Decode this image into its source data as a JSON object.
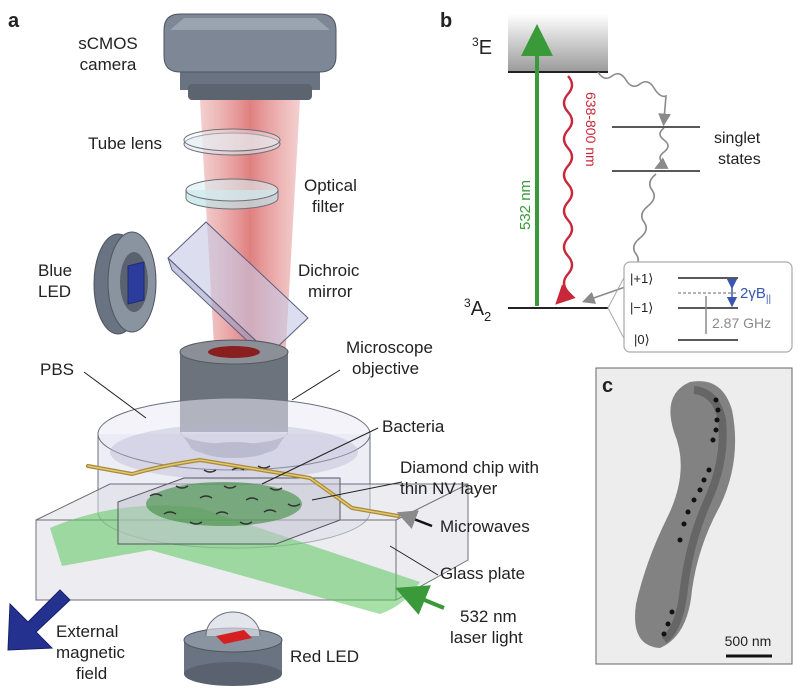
{
  "panel_a": {
    "letter": "a",
    "labels": {
      "camera_1": "sCMOS",
      "camera_2": "camera",
      "tube_lens": "Tube lens",
      "filter_1": "Optical",
      "filter_2": "filter",
      "blue_led_1": "Blue",
      "blue_led_2": "LED",
      "dichroic_1": "Dichroic",
      "dichroic_2": "mirror",
      "objective_1": "Microscope",
      "objective_2": "objective",
      "pbs": "PBS",
      "bacteria": "Bacteria",
      "chip_1": "Diamond chip with",
      "chip_2": "thin NV layer",
      "microwaves": "Microwaves",
      "glass_plate": "Glass plate",
      "laser_1": "532 nm",
      "laser_2": "laser light",
      "external_1": "External",
      "external_2": "magnetic",
      "external_3": "field",
      "red_led": "Red LED"
    }
  },
  "panel_b": {
    "letter": "b",
    "excited_state_base": "E",
    "excited_state_sup": "3",
    "ground_state_base": "A",
    "ground_state_sup": "3",
    "ground_state_sub": "2",
    "pump_wavelength": "532 nm",
    "emission_band": "638-800 nm",
    "singlet_1": "singlet",
    "singlet_2": "states",
    "level_plus1": "|+1⟩",
    "level_minus1": "|−1⟩",
    "level_zero": "|0⟩",
    "zeeman_splitting": "2γB",
    "zeeman_sub": "||",
    "zero_field_splitting": "2.87 GHz",
    "colors": {
      "pump": "#3a9a3a",
      "emission": "#c8283a",
      "zeeman": "#3a56b0",
      "grey": "#8a8a8a"
    }
  },
  "panel_c": {
    "letter": "c",
    "scale_bar": "500 nm"
  }
}
